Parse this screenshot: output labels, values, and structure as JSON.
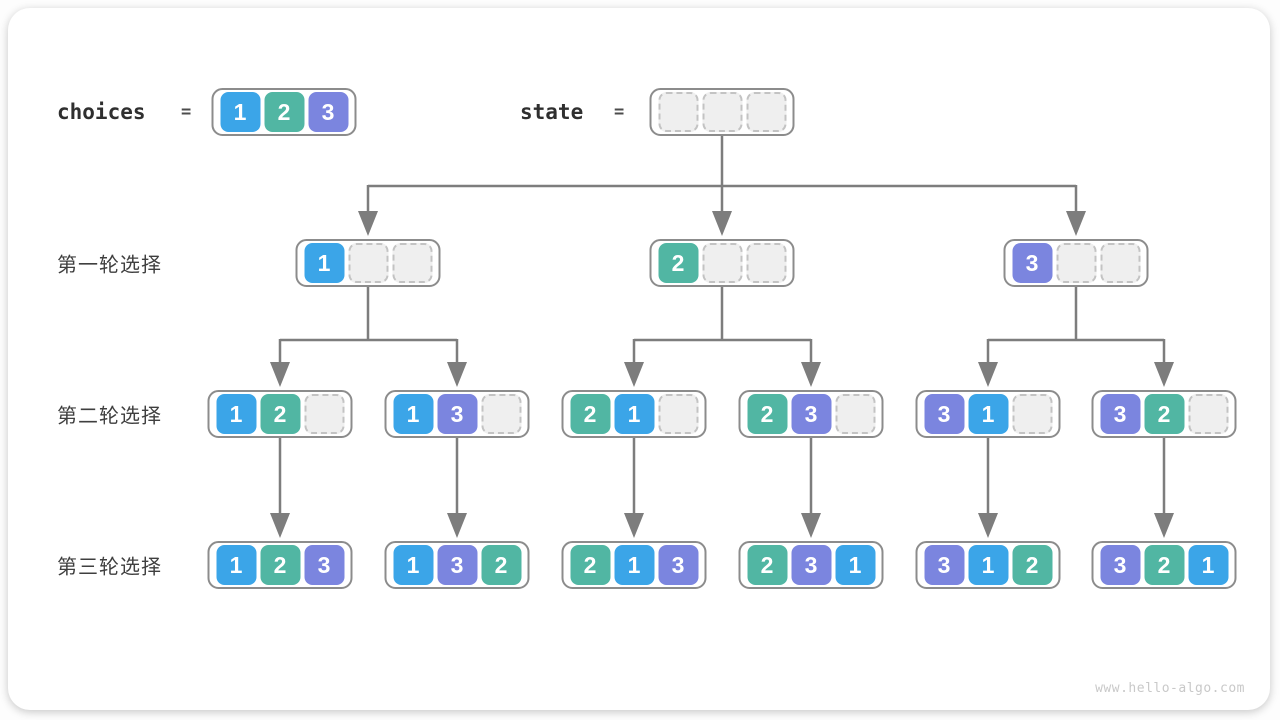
{
  "title_row": {
    "choices_label": "choices",
    "choices_equals": "=",
    "choices_values": [
      "1",
      "2",
      "3"
    ],
    "state_label": "state",
    "state_equals": "=",
    "state_values": [
      null,
      null,
      null
    ]
  },
  "rows": [
    {
      "label": "第一轮选择",
      "nodes": [
        [
          "1",
          null,
          null
        ],
        [
          "2",
          null,
          null
        ],
        [
          "3",
          null,
          null
        ]
      ]
    },
    {
      "label": "第二轮选择",
      "nodes": [
        [
          "1",
          "2",
          null
        ],
        [
          "1",
          "3",
          null
        ],
        [
          "2",
          "1",
          null
        ],
        [
          "2",
          "3",
          null
        ],
        [
          "3",
          "1",
          null
        ],
        [
          "3",
          "2",
          null
        ]
      ]
    },
    {
      "label": "第三轮选择",
      "nodes": [
        [
          "1",
          "2",
          "3"
        ],
        [
          "1",
          "3",
          "2"
        ],
        [
          "2",
          "1",
          "3"
        ],
        [
          "2",
          "3",
          "1"
        ],
        [
          "3",
          "1",
          "2"
        ],
        [
          "3",
          "2",
          "1"
        ]
      ]
    }
  ],
  "edges": {
    "root_to_row1": [
      0,
      1,
      2
    ],
    "row1_to_row2": [
      [
        0,
        1
      ],
      [
        2,
        3
      ],
      [
        4,
        5
      ]
    ],
    "row2_to_row3": [
      0,
      1,
      2,
      3,
      4,
      5
    ]
  },
  "colors": {
    "value_1": "#3ba5e8",
    "value_2": "#51b6a3",
    "value_3": "#7b85df",
    "connector": "#7d7d7d",
    "node_border": "#8c8c8c",
    "empty_fill": "#efefef",
    "empty_border": "#c3c3c3",
    "label_text": "#3f3f3f",
    "watermark_text": "#c9c9c9"
  },
  "watermark": "www.hello-algo.com"
}
